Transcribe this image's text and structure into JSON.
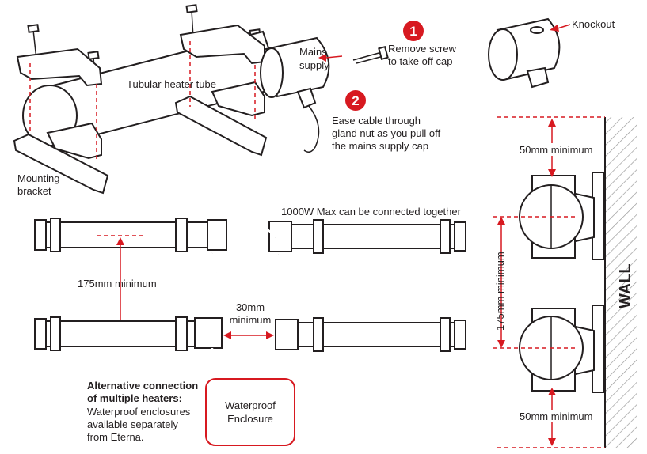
{
  "colors": {
    "accent": "#d71920",
    "line": "#231f20",
    "hatch": "#9a9a9a"
  },
  "top": {
    "tube_label": "Tubular heater tube",
    "bracket_label_1": "Mounting",
    "bracket_label_2": "bracket",
    "mains_label_1": "Mains",
    "mains_label_2": "supply",
    "step1": {
      "number": "1",
      "line1": "Remove screw",
      "line2": "to take off cap"
    },
    "step2": {
      "number": "2",
      "line1": "Ease cable through",
      "line2": "gland nut as you pull off",
      "line3": "the mains supply cap"
    },
    "knockout_label": "Knockout"
  },
  "chain": {
    "max_label": "1000W Max can be connected together",
    "gap_vertical": "175mm minimum",
    "gap_horizontal_1": "30mm",
    "gap_horizontal_2": "minimum",
    "enclosure_1": "Waterproof",
    "enclosure_2": "Enclosure",
    "alt_title_1": "Alternative connection",
    "alt_title_2": "of multiple heaters:",
    "alt_body_1": "Waterproof enclosures",
    "alt_body_2": "available separately",
    "alt_body_3": "from Eterna."
  },
  "wall": {
    "wall_label": "WALL",
    "top_clearance": "50mm minimum",
    "between": "175mm minimum",
    "bottom_clearance": "50mm minimum"
  }
}
